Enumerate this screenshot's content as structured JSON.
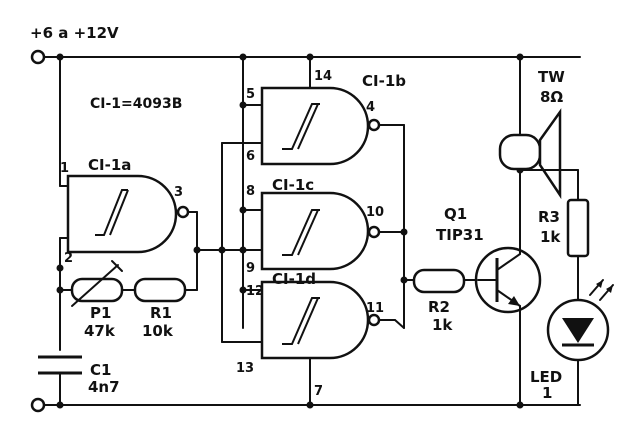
{
  "supply": "+6 a +12V",
  "ic_note": "CI-1=4093B",
  "gates": {
    "a": "CI-1a",
    "b": "CI-1b",
    "c": "CI-1c",
    "d": "CI-1d"
  },
  "pins": {
    "p1": "1",
    "p2": "2",
    "p3": "3",
    "p4": "4",
    "p5": "5",
    "p6": "6",
    "p7": "7",
    "p8": "8",
    "p9": "9",
    "p10": "10",
    "p11": "11",
    "p12": "12",
    "p13": "13",
    "p14": "14"
  },
  "components": {
    "p1_name": "P1",
    "p1_value": "47k",
    "r1_name": "R1",
    "r1_value": "10k",
    "c1_name": "C1",
    "c1_value": "4n7",
    "r2_name": "R2",
    "r2_value": "1k",
    "q1_name": "Q1",
    "q1_value": "TIP31",
    "r3_name": "R3",
    "r3_value": "1k",
    "tw_name": "TW",
    "tw_value": "8Ω",
    "led_name": "LED",
    "led_value": "1"
  }
}
